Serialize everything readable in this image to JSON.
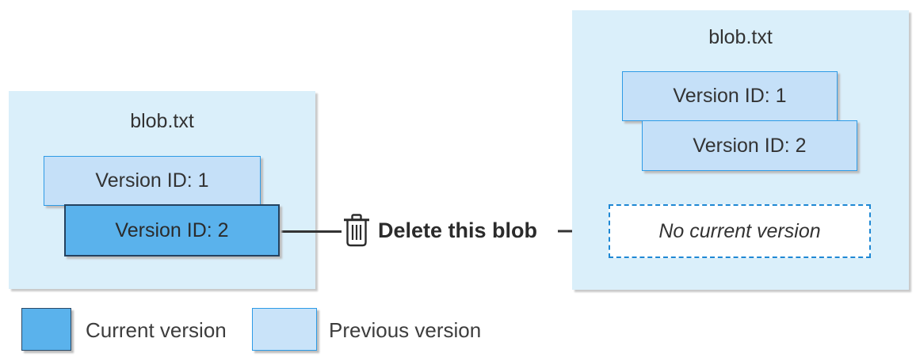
{
  "left_panel": {
    "title": "blob.txt",
    "versions": [
      {
        "label": "Version ID: 1",
        "state": "previous"
      },
      {
        "label": "Version ID: 2",
        "state": "current"
      }
    ]
  },
  "action": {
    "label": "Delete this blob",
    "icon": "trash-icon",
    "arrow_icon": "arrow-right-icon"
  },
  "right_panel": {
    "title": "blob.txt",
    "versions": [
      {
        "label": "Version ID: 1",
        "state": "previous"
      },
      {
        "label": "Version ID: 2",
        "state": "previous"
      }
    ],
    "empty_slot": "No current version"
  },
  "legend": {
    "items": [
      {
        "label": "Current version",
        "color": "#5ab2ec"
      },
      {
        "label": "Previous version",
        "color": "#c9e3f9"
      }
    ]
  },
  "colors": {
    "panel_bg": "#daeffa",
    "previous_fill": "#c5e0f8",
    "previous_border": "#2e9be6",
    "current_fill": "#5ab2ec",
    "current_border": "#24425f",
    "dashed_border": "#1e88d4",
    "arrow": "#333333",
    "text": "#333333"
  }
}
